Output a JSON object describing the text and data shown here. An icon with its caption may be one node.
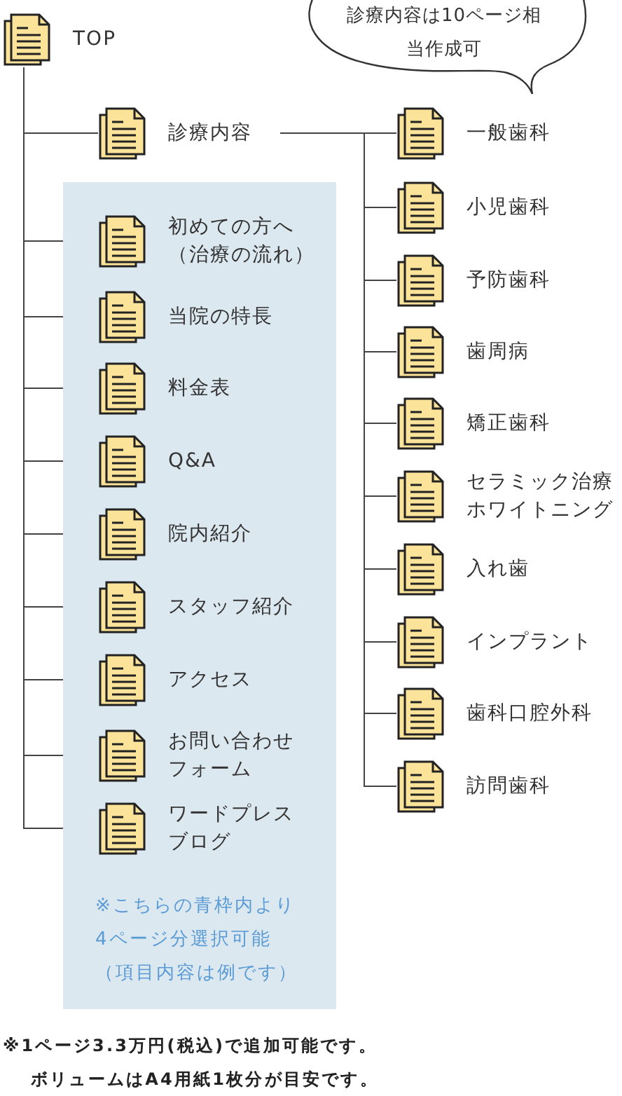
{
  "diagram": {
    "nodes": [
      {
        "text": [
          "TOP"
        ]
      },
      {
        "text": [
          "診療内容"
        ]
      },
      {
        "text": [
          "※こちらの青枠内より4ページ分選択可能（項目内容は例です）"
        ]
      },
      {
        "text": [
          "初めての方へ（治療の流れ）"
        ],
        "in": 2
      },
      {
        "text": [
          "当院の特長"
        ],
        "in": 2
      },
      {
        "text": [
          "料金表"
        ],
        "in": 2
      },
      {
        "text": [
          "Q&A"
        ],
        "in": 2
      },
      {
        "text": [
          "院内紹介"
        ],
        "in": 2
      },
      {
        "text": [
          "スタッフ紹介"
        ],
        "in": 2
      },
      {
        "text": [
          "アクセス"
        ],
        "in": 2
      },
      {
        "text": [
          "お問い合わせフォーム"
        ],
        "in": 2
      },
      {
        "text": [
          "ワードプレスブログ"
        ],
        "in": 2
      },
      {
        "text": [
          "一般歯科"
        ]
      },
      {
        "text": [
          "小児歯科"
        ]
      },
      {
        "text": [
          "予防歯科"
        ]
      },
      {
        "text": [
          "歯周病"
        ]
      },
      {
        "text": [
          "矯正歯科"
        ]
      },
      {
        "text": [
          "セラミック治療ホワイトニング"
        ]
      },
      {
        "text": [
          "入れ歯"
        ]
      },
      {
        "text": [
          "インプラント"
        ]
      },
      {
        "text": [
          "歯科口腔外科"
        ]
      },
      {
        "text": [
          "訪問歯科"
        ]
      },
      {
        "text": [
          "診療内容は10ページ相当作成可"
        ]
      }
    ],
    "edges": [
      {
        "from": 0,
        "to": 1,
        "arrow": "none"
      },
      {
        "from": 0,
        "to": 3,
        "arrow": "none"
      },
      {
        "from": 0,
        "to": 4,
        "arrow": "none"
      },
      {
        "from": 0,
        "to": 5,
        "arrow": "none"
      },
      {
        "from": 0,
        "to": 6,
        "arrow": "none"
      },
      {
        "from": 0,
        "to": 7,
        "arrow": "none"
      },
      {
        "from": 0,
        "to": 8,
        "arrow": "none"
      },
      {
        "from": 0,
        "to": 9,
        "arrow": "none"
      },
      {
        "from": 0,
        "to": 10,
        "arrow": "none"
      },
      {
        "from": 0,
        "to": 11,
        "arrow": "none"
      },
      {
        "from": 1,
        "to": 12,
        "arrow": "none"
      },
      {
        "from": 1,
        "to": 13,
        "arrow": "none"
      },
      {
        "from": 1,
        "to": 14,
        "arrow": "none"
      },
      {
        "from": 1,
        "to": 15,
        "arrow": "none"
      },
      {
        "from": 1,
        "to": 16,
        "arrow": "none"
      },
      {
        "from": 1,
        "to": 17,
        "arrow": "none"
      },
      {
        "from": 1,
        "to": 18,
        "arrow": "none"
      },
      {
        "from": 1,
        "to": 19,
        "arrow": "none"
      },
      {
        "from": 1,
        "to": 20,
        "arrow": "none"
      },
      {
        "from": 1,
        "to": 21,
        "arrow": "none"
      }
    ],
    "labels": [
      "※1ページ3.3万円(税込)で追加可能です。",
      "ボリュームはA4用紙1枚分が目安です。"
    ]
  }
}
